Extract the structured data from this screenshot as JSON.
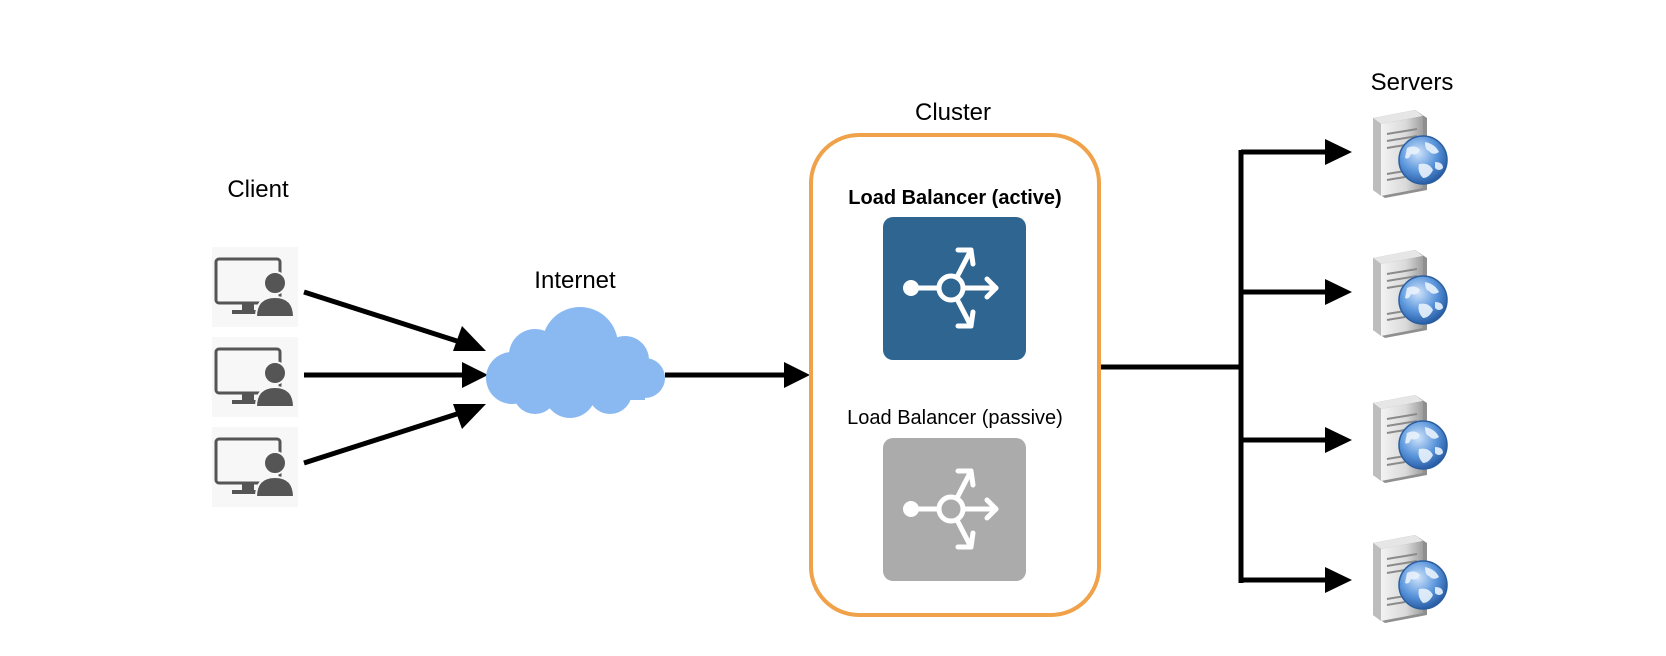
{
  "labels": {
    "client": "Client",
    "internet": "Internet",
    "cluster": "Cluster",
    "lb_active": "Load Balancer (active)",
    "lb_passive": "Load Balancer (passive)",
    "servers": "Servers"
  },
  "colors": {
    "cluster_border": "#F0A24A",
    "lb_active_fill": "#2E6591",
    "lb_passive_fill": "#ABABAB",
    "cloud_fill": "#8AB9F1",
    "client_icon": "#555555",
    "arrow": "#000000"
  },
  "icons": {
    "client": "user-computer-icon",
    "internet": "cloud-icon",
    "load_balancer": "load-balancer-icon",
    "server": "web-server-icon"
  }
}
